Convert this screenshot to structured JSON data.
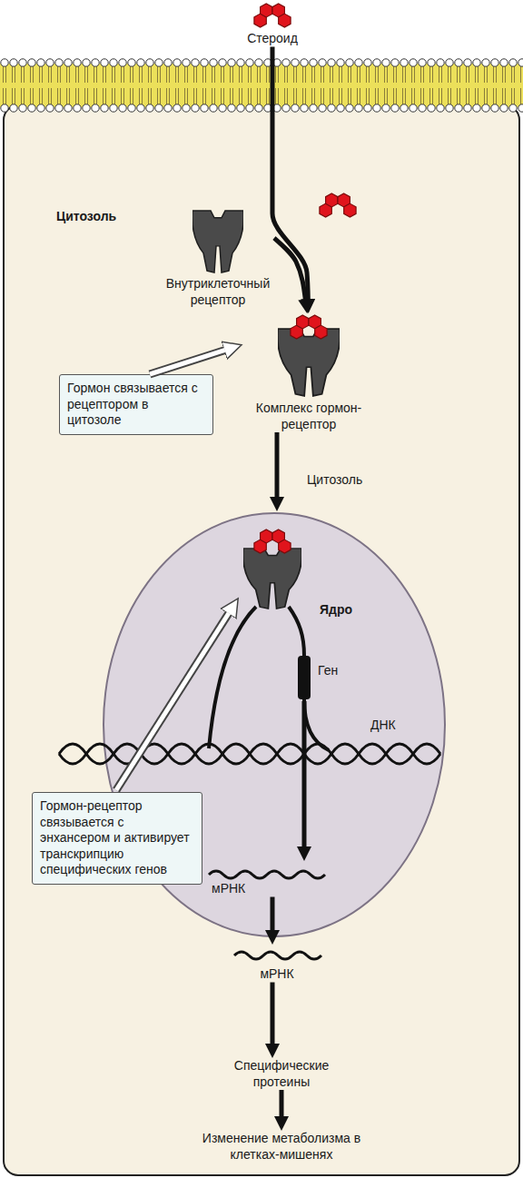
{
  "diagram": {
    "nodes": [
      {
        "text": [
          "Стероид"
        ]
      },
      {
        "text": [
          "Внутриклеточный рецептор"
        ]
      },
      {
        "text": [
          "Гормон связывается с рецептором в цитозоле"
        ]
      },
      {
        "text": [
          "Комплекс гормон-рецептор"
        ]
      },
      {
        "text": [
          "Ядро"
        ]
      },
      {
        "text": [
          "мРНК"
        ],
        "in": 4
      },
      {
        "text": [
          "Гормон-рецептор связывается с энхансером и активирует транскрипцию специфических генов"
        ]
      },
      {
        "text": [
          "мРНК"
        ]
      },
      {
        "text": [
          "Специфические протеины"
        ]
      },
      {
        "text": [
          "Изменение метаболизма в клетках-мишенях"
        ]
      }
    ],
    "edges": [
      {
        "from": 0,
        "to": 3,
        "arrow": "to"
      },
      {
        "from": 1,
        "to": 3,
        "arrow": "to"
      },
      {
        "from": 2,
        "to": 3,
        "arrow": "to"
      },
      {
        "from": 3,
        "to": 4,
        "arrow": "to"
      },
      {
        "from": 5,
        "to": 7,
        "arrow": "to"
      },
      {
        "from": 7,
        "to": 8,
        "arrow": "to"
      },
      {
        "from": 8,
        "to": 9,
        "arrow": "to"
      }
    ],
    "labels": [
      "Цитозоль",
      "Цитозоль",
      "Ген",
      "ДНК"
    ]
  }
}
